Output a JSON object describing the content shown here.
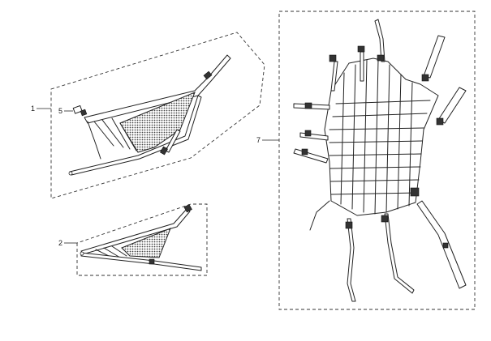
{
  "diagram": {
    "callouts": [
      {
        "id": "callout-1",
        "label": "1"
      },
      {
        "id": "callout-5",
        "label": "5"
      },
      {
        "id": "callout-2",
        "label": "2"
      },
      {
        "id": "callout-7",
        "label": "7"
      }
    ]
  },
  "colors": {
    "line": "#222222",
    "background": "#ffffff",
    "mesh": "#555555"
  }
}
